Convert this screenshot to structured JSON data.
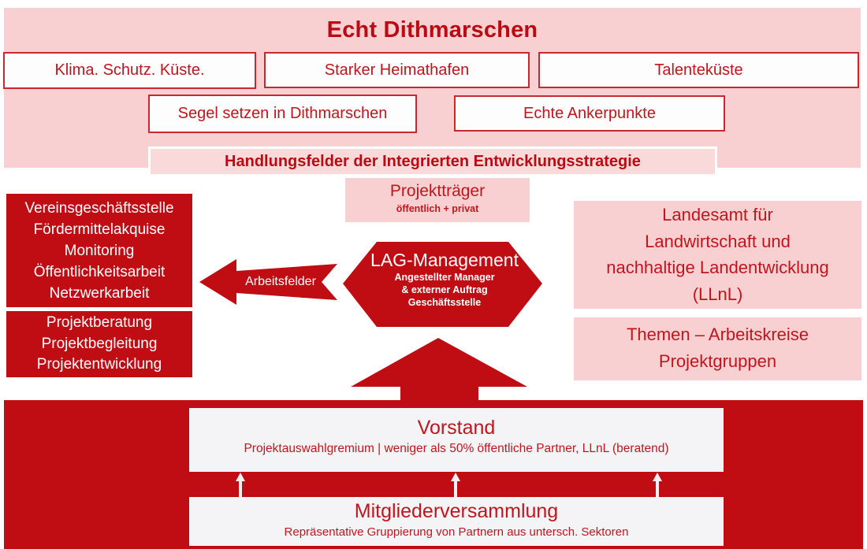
{
  "diagram": {
    "title": "Echt Dithmarschen",
    "strategy_fields": {
      "row1": [
        "Klima. Schutz. Küste.",
        "Starker Heimathafen",
        "Talenteküste"
      ],
      "row2": [
        "Segel setzen in Dithmarschen",
        "Echte Ankerpunkte"
      ],
      "banner": "Handlungsfelder der Integrierten Entwicklungsstrategie"
    },
    "projekttraeger": {
      "title": "Projektträger",
      "subtitle": "öffentlich + privat"
    },
    "arbeitsfelder": {
      "arrow_label": "Arbeitsfelder",
      "office_tasks": [
        "Vereinsgeschäftsstelle",
        "Fördermittelakquise",
        "Monitoring",
        "Öffentlichkeitsarbeit",
        "Netzwerkarbeit"
      ],
      "project_tasks": [
        "Projektberatung",
        "Projektbegleitung",
        "Projektentwicklung"
      ]
    },
    "lag_management": {
      "title": "LAG-Management",
      "subtitle_lines": [
        "Angestellter Manager",
        "& externer Auftrag",
        "Geschäftsstelle"
      ]
    },
    "right_column": {
      "landesamt_lines": [
        "Landesamt für",
        "Landwirtschaft und",
        "nachhaltige Landentwicklung",
        "(LLnL)"
      ],
      "themen_lines": [
        "Themen – Arbeitskreise",
        "Projektgruppen"
      ]
    },
    "vorstand": {
      "title": "Vorstand",
      "subtitle": "Projektauswahlgremium | weniger als 50% öffentliche Partner, LLnL (beratend)"
    },
    "mitgliederversammlung": {
      "title": "Mitgliederversammlung",
      "subtitle": "Repräsentative Gruppierung von Partnern aus untersch. Sektoren"
    }
  },
  "colors": {
    "dark_red": "#c00d13",
    "title_red": "#bb0a12",
    "text_red": "#c0151c",
    "box_border_red": "#c8282e",
    "light_pink": "#f9d0d2",
    "banner_pink": "#fad9da",
    "governance_box_bg": "#f4f4f7"
  }
}
